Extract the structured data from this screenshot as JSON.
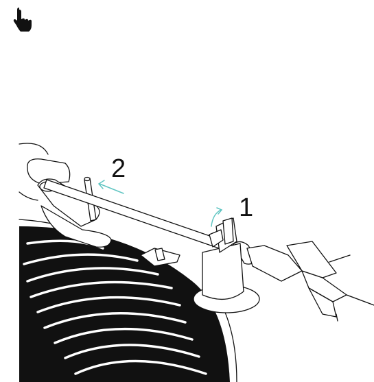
{
  "icons": {
    "pointer": "hand-pointer-icon"
  },
  "steps": [
    {
      "label": "1",
      "arrow": "rotate-armrest-clip"
    },
    {
      "label": "2",
      "arrow": "lift-tonearm-from-rest"
    }
  ],
  "colors": {
    "line": "#111111",
    "record": "#111111",
    "record_grooves": "#ffffff",
    "accent_arrows": "#5fc5c2",
    "background": "#ffffff"
  }
}
